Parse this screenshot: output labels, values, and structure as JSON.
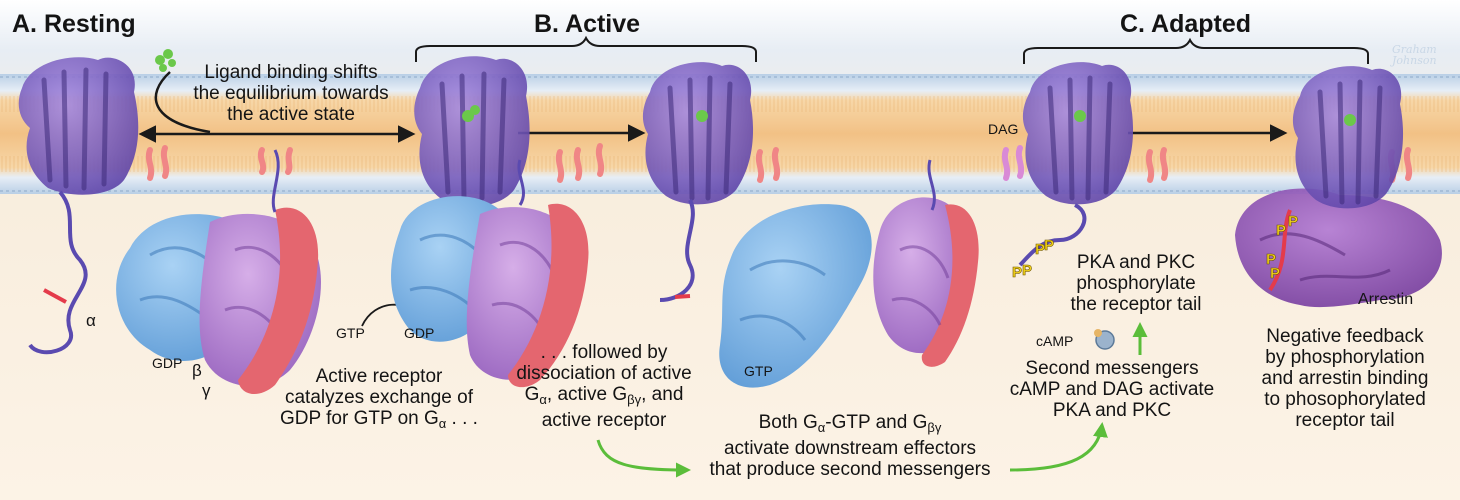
{
  "panels": {
    "a": "A. Resting",
    "b": "B. Active",
    "c": "C. Adapted"
  },
  "captions": {
    "ligand": [
      "Ligand binding shifts",
      "the equilibrium towards",
      "the active state"
    ],
    "exchange": [
      "Active receptor",
      "catalyzes exchange of",
      "GDP for GTP on G",
      "α",
      " . . ."
    ],
    "dissociation": [
      ". . . followed by",
      "dissociation of active",
      "G",
      "α",
      ", active G",
      "βγ",
      ", and",
      "active receptor"
    ],
    "effectors": [
      "Both G",
      "α",
      "-GTP and G",
      "βγ",
      "activate downstream effectors",
      "that produce second messengers"
    ],
    "second_messengers": [
      "Second messengers",
      "cAMP and DAG activate",
      "PKA and PKC"
    ],
    "phosphorylate": [
      "PKA and PKC",
      "phosphorylate",
      "the receptor tail"
    ],
    "feedback": [
      "Negative feedback",
      "by phosphorylation",
      "and arrestin binding",
      "to phosophorylated",
      "receptor tail"
    ]
  },
  "labels": {
    "alpha": "α",
    "beta": "β",
    "gamma": "γ",
    "gdp_a": "GDP",
    "gtp_b": "GTP",
    "gdp_b": "GDP",
    "gtp_bound": "GTP",
    "dag": "DAG",
    "camp": "cAMP",
    "arrestin": "Arrestin",
    "phospho": "P",
    "signature": [
      "Graham",
      "Johnson"
    ]
  },
  "colors": {
    "background": "#fcf3e6",
    "membrane": "#f5c98e",
    "headgroups": "#c8d8ea",
    "receptor": "#7b5fbd",
    "g_alpha": "#79b3e6",
    "g_beta": "#b17fd1",
    "g_gamma": "#e4666f",
    "arrestin": "#8c4db3",
    "ligand": "#6bc84a",
    "feedback_arrow": "#5bbd3a",
    "phospho": "#f2d21a"
  }
}
